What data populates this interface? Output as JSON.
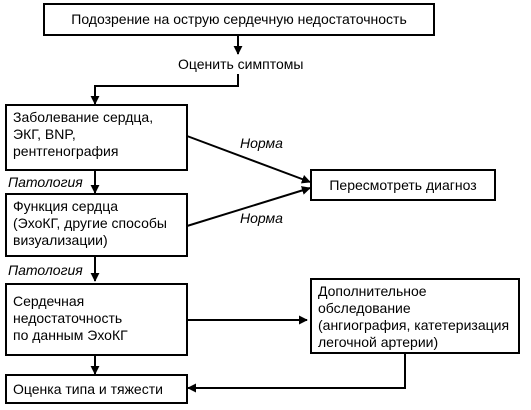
{
  "diagram": {
    "nodes": {
      "suspicion": "Подозрение на острую сердечную недостаточность",
      "assess_symptoms": "Оценить симптомы",
      "heart_disease": "Заболевание сердца,\nЭКГ, BNP,\nрентгенография",
      "reconsider": "Пересмотреть диагноз",
      "heart_function": "Функция сердца\n(ЭхоКГ, другие способы\nвизуализации)",
      "echo_failure": "Сердечная\nнедостаточность\nпо данным ЭхоКГ",
      "additional_exam": "Дополнительное\nобследование\n(ангиография, катетеризация\nлегочной артерии)",
      "type_severity": "Оценка типа и тяжести"
    },
    "edge_labels": {
      "normal_1": "Норма",
      "normal_2": "Норма",
      "pathology_1": "Патология",
      "pathology_2": "Патология"
    }
  }
}
